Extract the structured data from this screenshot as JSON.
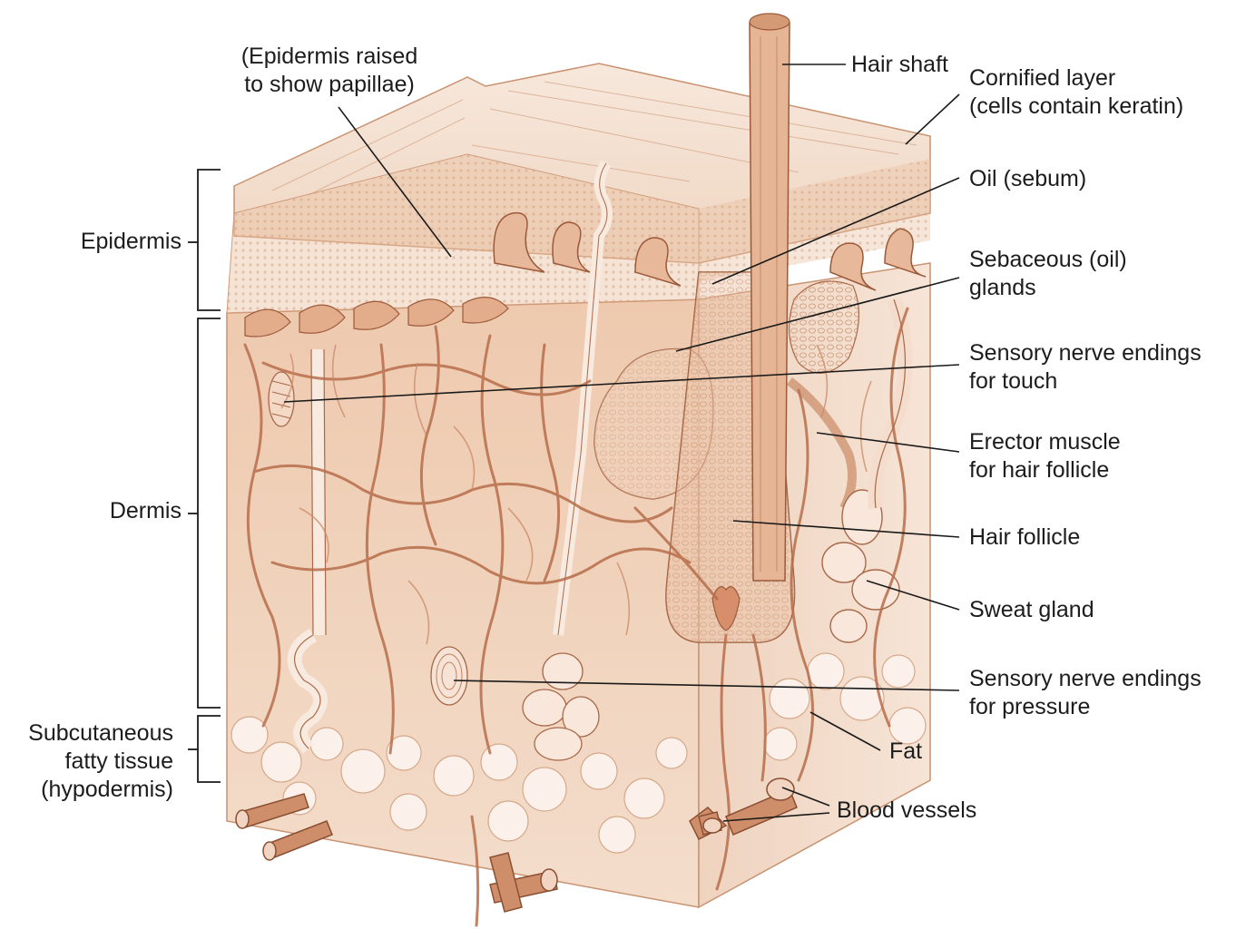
{
  "labels": {
    "epidermis_raised": [
      "(Epidermis raised",
      "to show papillae)"
    ],
    "hair_shaft": "Hair shaft",
    "cornified_layer": [
      "Cornified layer",
      "(cells contain keratin)"
    ],
    "oil_sebum": "Oil (sebum)",
    "sebaceous_glands": [
      "Sebaceous (oil)",
      "glands"
    ],
    "touch_endings": [
      "Sensory nerve endings",
      "for touch"
    ],
    "erector_muscle": [
      "Erector muscle",
      "for hair follicle"
    ],
    "hair_follicle": "Hair follicle",
    "sweat_gland": "Sweat gland",
    "pressure_endings": [
      "Sensory nerve endings",
      "for pressure"
    ],
    "fat": "Fat",
    "blood_vessels": "Blood vessels",
    "epidermis": "Epidermis",
    "dermis": "Dermis",
    "subcutaneous": [
      "Subcutaneous",
      "fatty tissue",
      "(hypodermis)"
    ]
  },
  "colors": {
    "skin_light": "#f6e6d8",
    "skin_mid": "#eccbb0",
    "skin_dark": "#d49a74",
    "vessel": "#b76e4b",
    "outline": "#8a4f32",
    "text": "#1c1c1c"
  }
}
